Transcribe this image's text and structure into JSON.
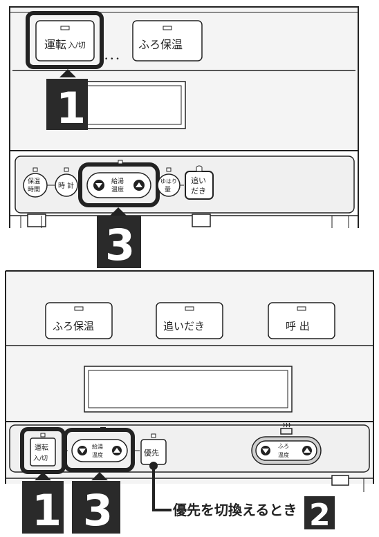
{
  "top_panel": {
    "run_button": {
      "main": "運転",
      "sub": "入/切"
    },
    "furo_hoon_button": "ふろ保温",
    "lower": {
      "hoon_jikan": [
        "保温",
        "時間"
      ],
      "tokei": "時 計",
      "kyuto_ondo": [
        "給湯",
        "温度"
      ],
      "yuhari_ryo": [
        "ゆはり",
        "量"
      ],
      "oidaki": [
        "追い",
        "だき"
      ]
    }
  },
  "bottom_panel": {
    "furo_hoon_button": "ふろ保温",
    "oidaki_button": "追いだき",
    "yobidashi_button": "呼 出",
    "lower": {
      "run_button": [
        "運転",
        "入/切"
      ],
      "kyuto_ondo": [
        "給湯",
        "温度"
      ],
      "yusen": "優先",
      "furo_ondo": [
        "ふろ",
        "温度"
      ]
    }
  },
  "steps": {
    "one": "1",
    "two": "2",
    "three": "3"
  },
  "callout_text": "優先を切換えるとき",
  "colors": {
    "step_badge": "#2a2a2a",
    "panel_bg": "#f2f2f2",
    "line": "#222222"
  }
}
